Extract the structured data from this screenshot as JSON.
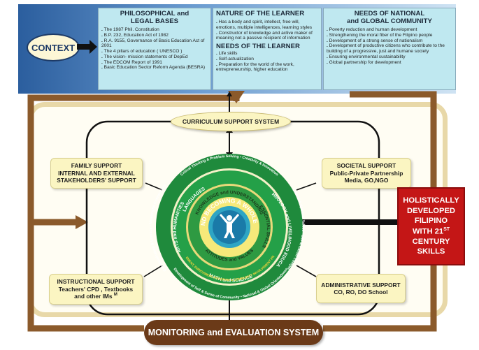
{
  "context": {
    "label": "CONTEXT"
  },
  "philosophical": {
    "title_line1": "PHILOSOPHICAL and",
    "title_line2": "LEGAL BASES",
    "items": [
      "The 1987 Phil. Constitution",
      "B.P. 232, Education Act of 1982",
      "R.A. 9155, Governance of Basic Education Act of 2001",
      "The 4 pillars of education ( UNESCO )",
      "The vision- mission statements of DepEd",
      "The EDCOM Report of 1991",
      "Basic Education Sector Reform Agenda (BESRA)"
    ]
  },
  "nature": {
    "title": "NATURE OF THE LEARNER",
    "items": [
      "Has a body and spirit, intellect, free will, emotions, multiple intelligences, learning styles",
      "Constructor of knowledge and active maker of meaning not a passive recipient of information"
    ]
  },
  "needs_learner": {
    "title": "NEEDS OF THE LEARNER",
    "items": [
      "Life skills",
      "Self-actualization",
      "Preparation for the world of the work, entrepreneurship, higher education"
    ]
  },
  "needs_national": {
    "title_line1": "NEEDS OF NATIONAL",
    "title_line2": "and  GLOBAL COMMUNITY",
    "items": [
      "Poverty reduction and human development",
      "Strengthening the moral fiber of the Filipino people",
      "Development of a strong sense of nationalism",
      "Development of productive citizens who contribute to the building of a progressive, just and humane society",
      "Ensuring environmental sustainability",
      "Global partnership for development"
    ]
  },
  "curriculum_support": "CURRICULUM SUPPORT SYSTEM",
  "family_support": {
    "line1": "FAMILY SUPPORT",
    "line2": "INTERNAL AND EXTERNAL",
    "line3": "STAKEHOLDERS' SUPPORT"
  },
  "societal_support": {
    "line1": "SOCIETAL SUPPORT",
    "line2": "Public-Private Partnership",
    "line3": "Media, GO,NGO"
  },
  "instructional_support": {
    "line1": "INSTRUCTIONAL SUPPORT",
    "line2": "Teachers' CPD , Textbooks",
    "line3": "and other IMs",
    "mark": "M"
  },
  "administrative_support": {
    "line1": "ADMINISTRATIVE SUPPORT",
    "line2": "CO, RO, DO School"
  },
  "monitoring": "MONITORING and EVALUATION SYSTEM",
  "outcome": {
    "line1": "HOLISTICALLY",
    "line2": "DEVELOPED",
    "line3": "FILIPINO",
    "line4": "WITH 21",
    "sup": "ST",
    "line5": "CENTURY",
    "line6": "SKILLS"
  },
  "center": {
    "line1": "BEING AND BECOMING A WHOLE PERSON"
  },
  "inner_ring": {
    "top": "KNOWLEDGE and UNDERSTANDING",
    "right": "ESSENTIAL SKILLS",
    "bottom": "ATTITUDES and VALUES"
  },
  "mid_ring": {
    "languages": "LANGUAGES",
    "tle": "TECHNOLOGY and LIVELIHOOD EDUCATION",
    "math_science": "MATH and SCIENCE",
    "arts": "ARTS and HUMANITIES"
  },
  "outer_ring": {
    "top": "Critical Thinking & Problem Solving  •  Creativity & Innovation",
    "right": "Ethical, Moral & Spiritual Values  •  Life & Career Competencies",
    "bottom": "Development of Self & Sense of Community  •  National & Global Orientedness",
    "left": "Communication & Literacy  •  Meaningful Connections"
  },
  "bottom_ring_text": "ENHANCEMENT, ENRICHMENT PROGRAM & COMMUNITY INVOLVEMENT PROGRAM",
  "colors": {
    "dark_blue": "#1d3a66",
    "brown": "#8b5a2b",
    "red": "#c41616",
    "green": "#1f8a3c"
  }
}
